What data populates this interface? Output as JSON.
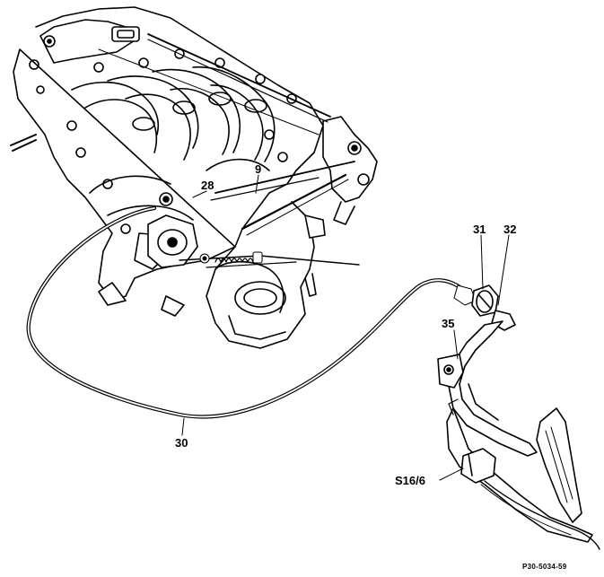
{
  "callouts": {
    "c28": "28",
    "c9": "9",
    "c31": "31",
    "c32": "32",
    "c35": "35",
    "c30": "30",
    "s16": "S16/6"
  },
  "drawing_code": "P30-5034-59",
  "colors": {
    "ink": "#000000",
    "paper": "#ffffff"
  }
}
